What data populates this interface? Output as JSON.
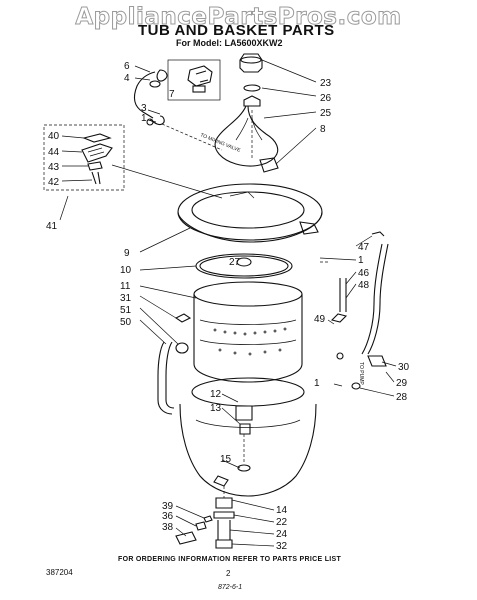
{
  "watermark": "AppliancePartsPros.com",
  "title": "TUB AND BASKET PARTS",
  "model_line": "For Model: LA5600XKW2",
  "ordering_note": "FOR ORDERING INFORMATION REFER TO PARTS PRICE LIST",
  "drawing_code": "387204",
  "page_number": "2",
  "signature": "872-6-1",
  "annotations": {
    "to_mixing_valve": "TO MIXING VALVE",
    "to_pump": "TO PUMP"
  },
  "callouts": {
    "c6": "6",
    "c4": "4",
    "c7": "7",
    "c3": "3",
    "c1a": "1",
    "c23": "23",
    "c26": "26",
    "c25": "25",
    "c8": "8",
    "c40": "40",
    "c44": "44",
    "c43": "43",
    "c42": "42",
    "c41": "41",
    "c9": "9",
    "c10": "10",
    "c11": "11",
    "c31": "31",
    "c51": "51",
    "c50": "50",
    "c27": "27",
    "c47": "47",
    "c1b": "1",
    "c46": "46",
    "c48": "48",
    "c49": "49",
    "c30": "30",
    "c1c": "1",
    "c29": "29",
    "c28": "28",
    "c12": "12",
    "c13": "13",
    "c15": "15",
    "c39": "39",
    "c36": "36",
    "c38": "38",
    "c14": "14",
    "c22": "22",
    "c24": "24",
    "c32": "32"
  }
}
